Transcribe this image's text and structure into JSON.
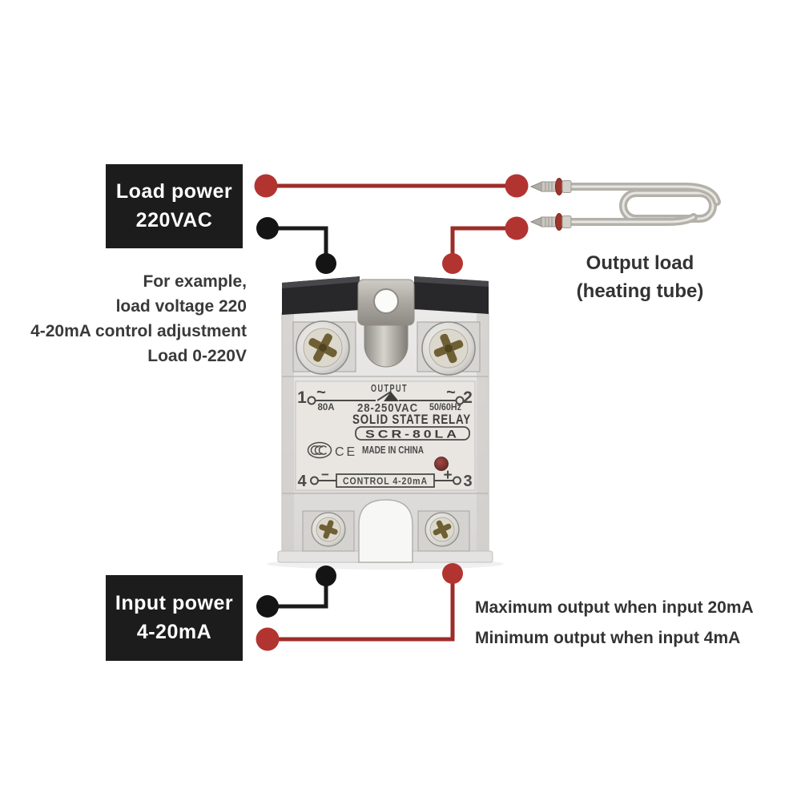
{
  "colors": {
    "wire_red_node": "#b23431",
    "wire_red_line": "#9d2d28",
    "wire_black": "#161616",
    "callout_box_bg": "#1d1c1c",
    "annotation_text": "#333333",
    "relay_label_print": "#4a4a48",
    "led_red": "#7e3430"
  },
  "load_power_box": {
    "line1": "Load power",
    "line2": "220VAC"
  },
  "example_note": {
    "line1": "For example,",
    "line2": "load voltage 220",
    "line3": "4-20mA control adjustment",
    "line4": "Load 0-220V"
  },
  "output_load_caption": {
    "line1": "Output load",
    "line2": "(heating tube)"
  },
  "input_power_box": {
    "line1": "Input power",
    "line2": "4-20mA"
  },
  "io_notes": {
    "max": "Maximum output when input 20mA",
    "min": "Minimum output when input 4mA"
  },
  "relay": {
    "terminal1": "1",
    "terminal2": "2",
    "terminal3": "3",
    "terminal4": "4",
    "ac_symbol": "~",
    "output_label": "OUTPUT",
    "current_rating": "80A",
    "voltage_range": "28-250VAC",
    "frequency": "50/60Hz",
    "title": "SOLID STATE RELAY",
    "model": "SCR-80LA",
    "ce_mark": "CE",
    "origin": "MADE IN CHINA",
    "control_label": "CONTROL 4-20mA",
    "minus_sign": "−",
    "plus_sign": "+"
  }
}
